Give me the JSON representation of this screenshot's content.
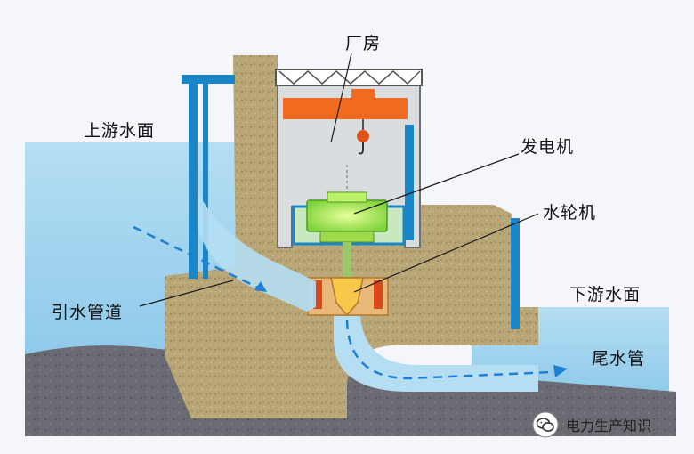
{
  "labels": {
    "powerhouse": "厂房",
    "upstream_surface": "上游水面",
    "generator": "发电机",
    "turbine": "水轮机",
    "penstock": "引水管道",
    "downstream_surface": "下游水面",
    "draft_tube": "尾水管"
  },
  "watermark": {
    "text": "电力生产知识",
    "icon": "wechat-icon"
  },
  "colors": {
    "water": "#a6d6ef",
    "concrete": "#b9a77a",
    "steel_blue": "#1a86c8",
    "crane": "#f26a1f",
    "generator": "#9fe24a",
    "flow_arrow": "#1e7fd6"
  }
}
